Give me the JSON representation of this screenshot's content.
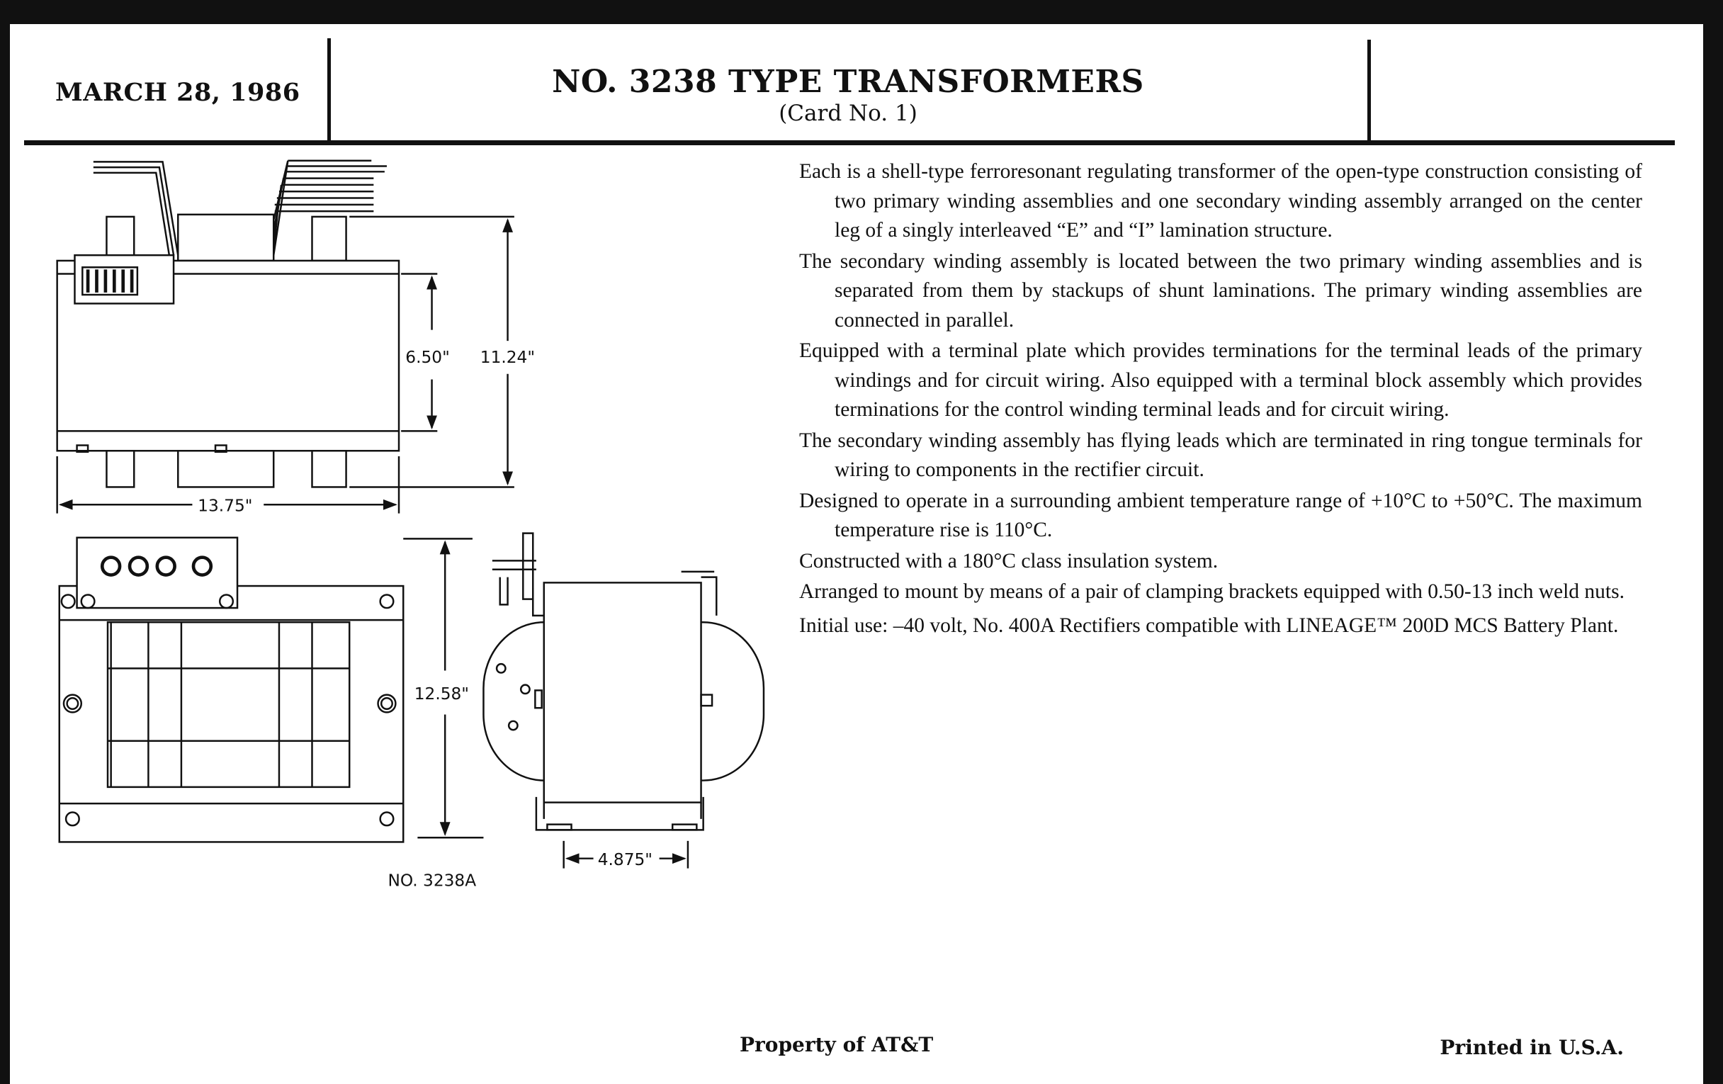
{
  "header": {
    "date": "MARCH 28, 1986",
    "title": "NO. 3238 TYPE TRANSFORMERS",
    "subtitle": "(Card No. 1)"
  },
  "drawing": {
    "dim_height_body": "6.50\"",
    "dim_height_total": "11.24\"",
    "dim_width": "13.75\"",
    "dim_end_height": "12.58\"",
    "dim_bracket": "4.875\"",
    "model_label": "NO. 3238A"
  },
  "description": {
    "paragraphs": [
      "Each is a shell-type ferroresonant regulating transformer of the open-type construction consisting of two primary winding assemblies and one secondary winding assembly arranged on the center leg of a singly interleaved “E” and “I” lamination structure.",
      "The secondary winding assembly is located between the two primary winding assemblies and is separated from them by stackups of shunt laminations. The primary winding assemblies are connected in parallel.",
      "Equipped with a terminal plate which provides terminations for the terminal leads of the primary windings and for circuit wiring. Also equipped with a terminal block assembly which provides terminations for the control winding terminal leads and for circuit wiring.",
      "The secondary winding assembly has flying leads which are terminated in ring tongue terminals for wiring to components in the rectifier circuit.",
      "Designed to operate in a surrounding ambient temperature range of +10°C to +50°C. The maximum temperature rise is 110°C.",
      "Constructed with a 180°C class insulation system.",
      "Arranged to mount by means of a pair of clamping brackets equipped with 0.50-13 inch weld nuts.",
      "Initial use: –40 volt, No. 400A Rectifiers compatible with LINEAGE™ 200D MCS Battery Plant."
    ]
  },
  "footer": {
    "property": "Property of AT&T",
    "printed": "Printed in U.S.A."
  }
}
